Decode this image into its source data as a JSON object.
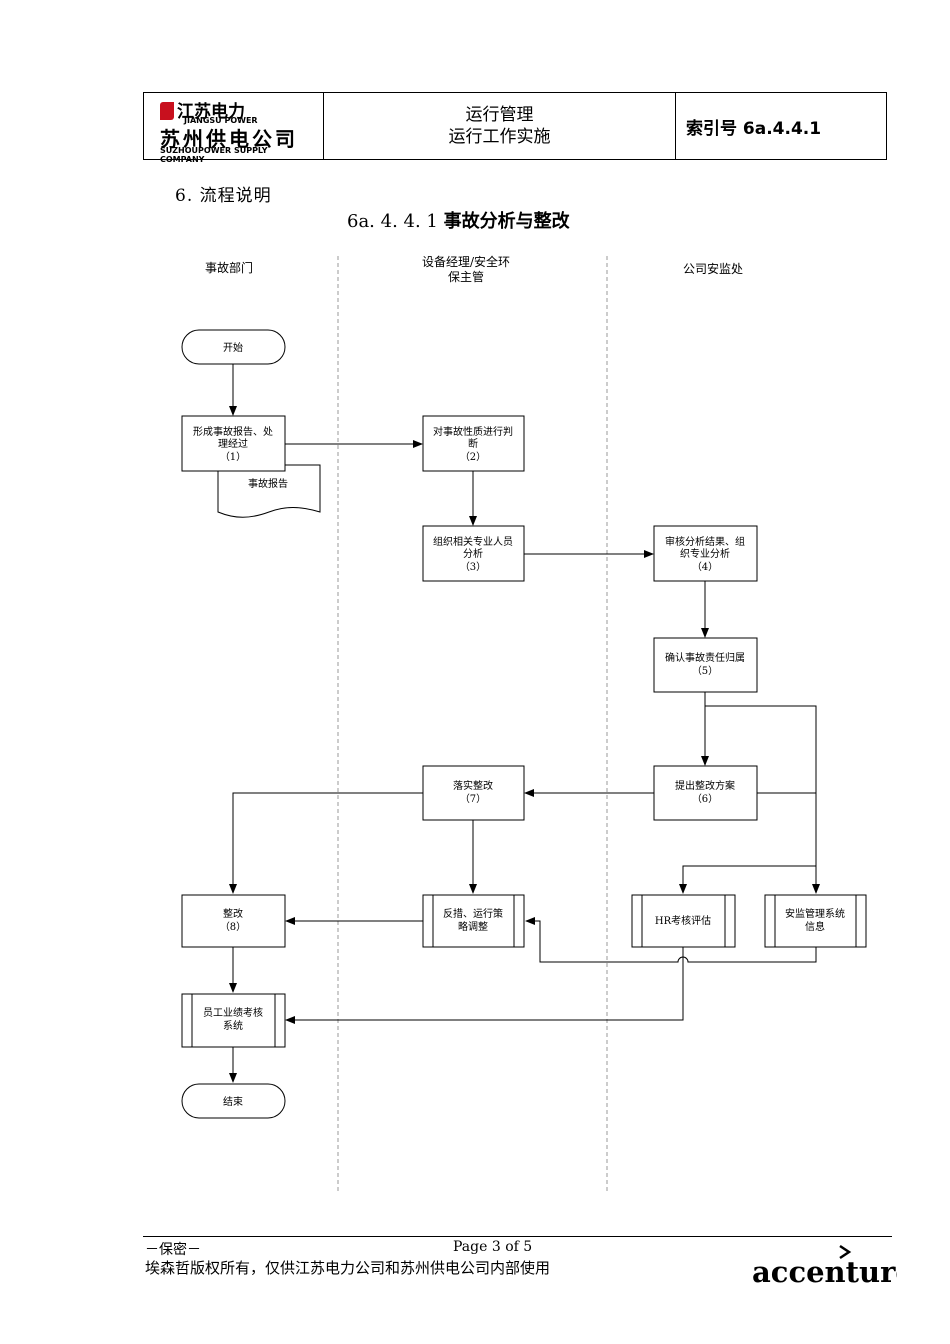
{
  "header": {
    "logo": {
      "line1": "江苏电力",
      "line2": "JIANGSU POWER",
      "line3": "苏州供电公司",
      "line4": "SUZHOUPOWER SUPPLY COMPANY"
    },
    "title_line1": "运行管理",
    "title_line2": "运行工作实施",
    "index_label": "索引号 6a.4.4.1"
  },
  "section_heading": "6. 流程说明",
  "figure_title": {
    "number": "6a. 4. 4. 1",
    "text": "事故分析与整改"
  },
  "lanes": [
    {
      "id": "lane1",
      "label": "事故部门"
    },
    {
      "id": "lane2",
      "label_line1": "设备经理/安全环",
      "label_line2": "保主管"
    },
    {
      "id": "lane3",
      "label": "公司安监处"
    }
  ],
  "nodes": {
    "start": "开始",
    "n1": [
      "形成事故报告、处",
      "理经过",
      "（1）"
    ],
    "doc": "事故报告",
    "n2": [
      "对事故性质进行判",
      "断",
      "（2）"
    ],
    "n3": [
      "组织相关专业人员",
      "分析",
      "（3）"
    ],
    "n4": [
      "审核分析结果、组",
      "织专业分析",
      "（4）"
    ],
    "n5": [
      "确认事故责任归属",
      "（5）"
    ],
    "n6": [
      "提出整改方案",
      "（6）"
    ],
    "n7": [
      "落实整改",
      "（7）"
    ],
    "n8": [
      "整改",
      "（8）"
    ],
    "feedback": [
      "反措、运行策",
      "略调整"
    ],
    "hr": [
      "HR考核评估"
    ],
    "safety": [
      "安监管理系统",
      "信息"
    ],
    "staff": [
      "员工业绩考核",
      "系统"
    ],
    "end": "结束"
  },
  "footer": {
    "confidential": "－保密－",
    "page": "Page 3 of 5",
    "copyright": "埃森哲版权所有，仅供江苏电力公司和苏州供电公司内部使用",
    "brand": "accenture"
  },
  "colors": {
    "logo_red": "#c8101e",
    "line": "#000000",
    "lane_divider": "#999999"
  }
}
